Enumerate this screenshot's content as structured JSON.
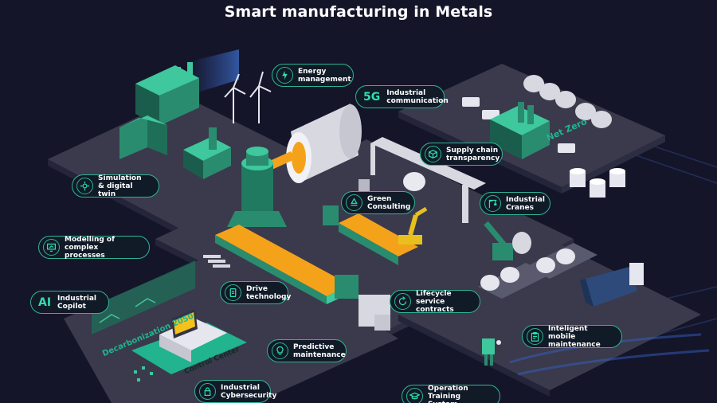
{
  "title": "Smart manufacturing in Metals",
  "labels": {
    "energy_management": "Energy\nmanagement",
    "industrial_communication": "Industrial\ncommunication",
    "five_g": "5G",
    "supply_chain_transparency": "Supply chain\ntransparency",
    "simulation_digital_twin": "Simulation\n& digital twin",
    "green_consulting": "Green\nConsulting",
    "industrial_cranes": "Industrial\nCranes",
    "modelling_complex_processes": "Modelling of\ncomplex processes",
    "ai": "AI",
    "industrial_copilot": "Industrial\nCopilot",
    "drive_technology": "Drive\ntechnology",
    "lifecycle_service_contracts": "Lifecycle service\ncontracts",
    "intelligent_mobile_maintenance": "Inteligent mobile\nmaintenance",
    "predictive_maintenance": "Predictive\nmaintenance",
    "industrial_cybersecurity": "Industrial\nCybersecurity",
    "operation_training_system": "Operation\nTraining System"
  },
  "platform_text": {
    "net_zero": "Net Zero",
    "decarbonization": "Decarbonization 2050",
    "control_center": "Control Center"
  },
  "colors": {
    "background": "#15152a",
    "platform": "#3a3a4c",
    "accent": "#2fb394",
    "belt": "#f5a21b",
    "crane": "#e8c01e"
  }
}
